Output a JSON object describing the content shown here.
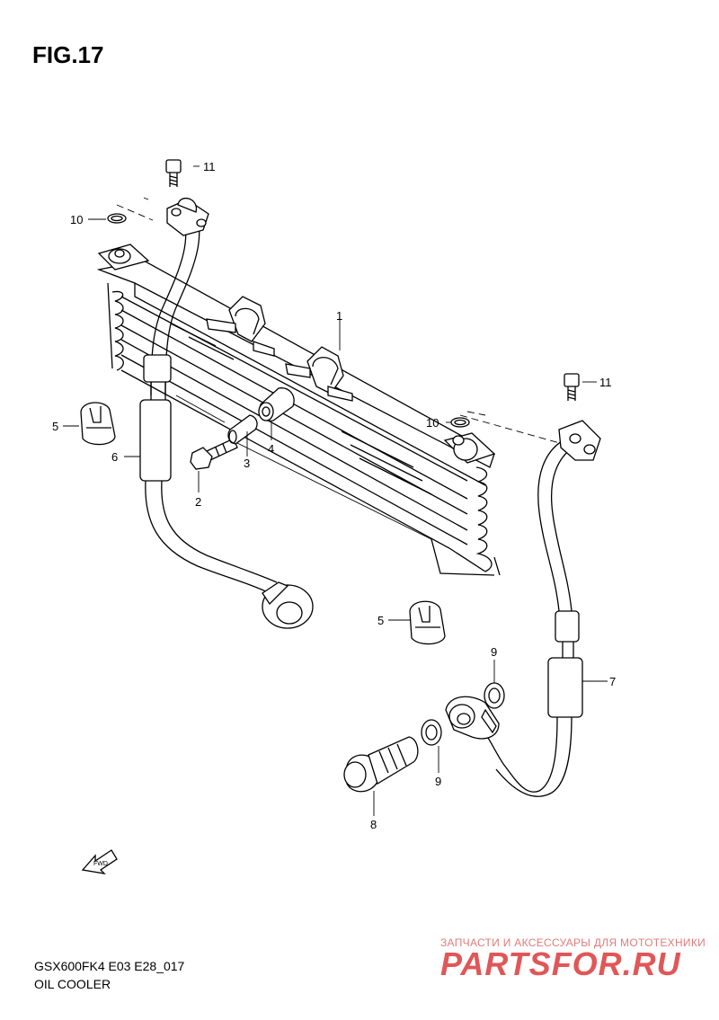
{
  "figure": {
    "title": "FIG.17"
  },
  "callouts": {
    "c1": "1",
    "c2": "2",
    "c3": "3",
    "c4": "4",
    "c5a": "5",
    "c5b": "5",
    "c6": "6",
    "c7": "7",
    "c8": "8",
    "c9a": "9",
    "c9b": "9",
    "c10a": "10",
    "c10b": "10",
    "c11a": "11",
    "c11b": "11"
  },
  "fwd_label": "FWD",
  "footer": {
    "model_code": "GSX600FK4 E03 E28_017",
    "section_name": "OIL COOLER"
  },
  "watermark": {
    "tagline": "ЗАПЧАСТИ И АКСЕССУАРЫ ДЛЯ МОТОТЕХНИКИ",
    "brand": "PARTSFOR.RU"
  }
}
